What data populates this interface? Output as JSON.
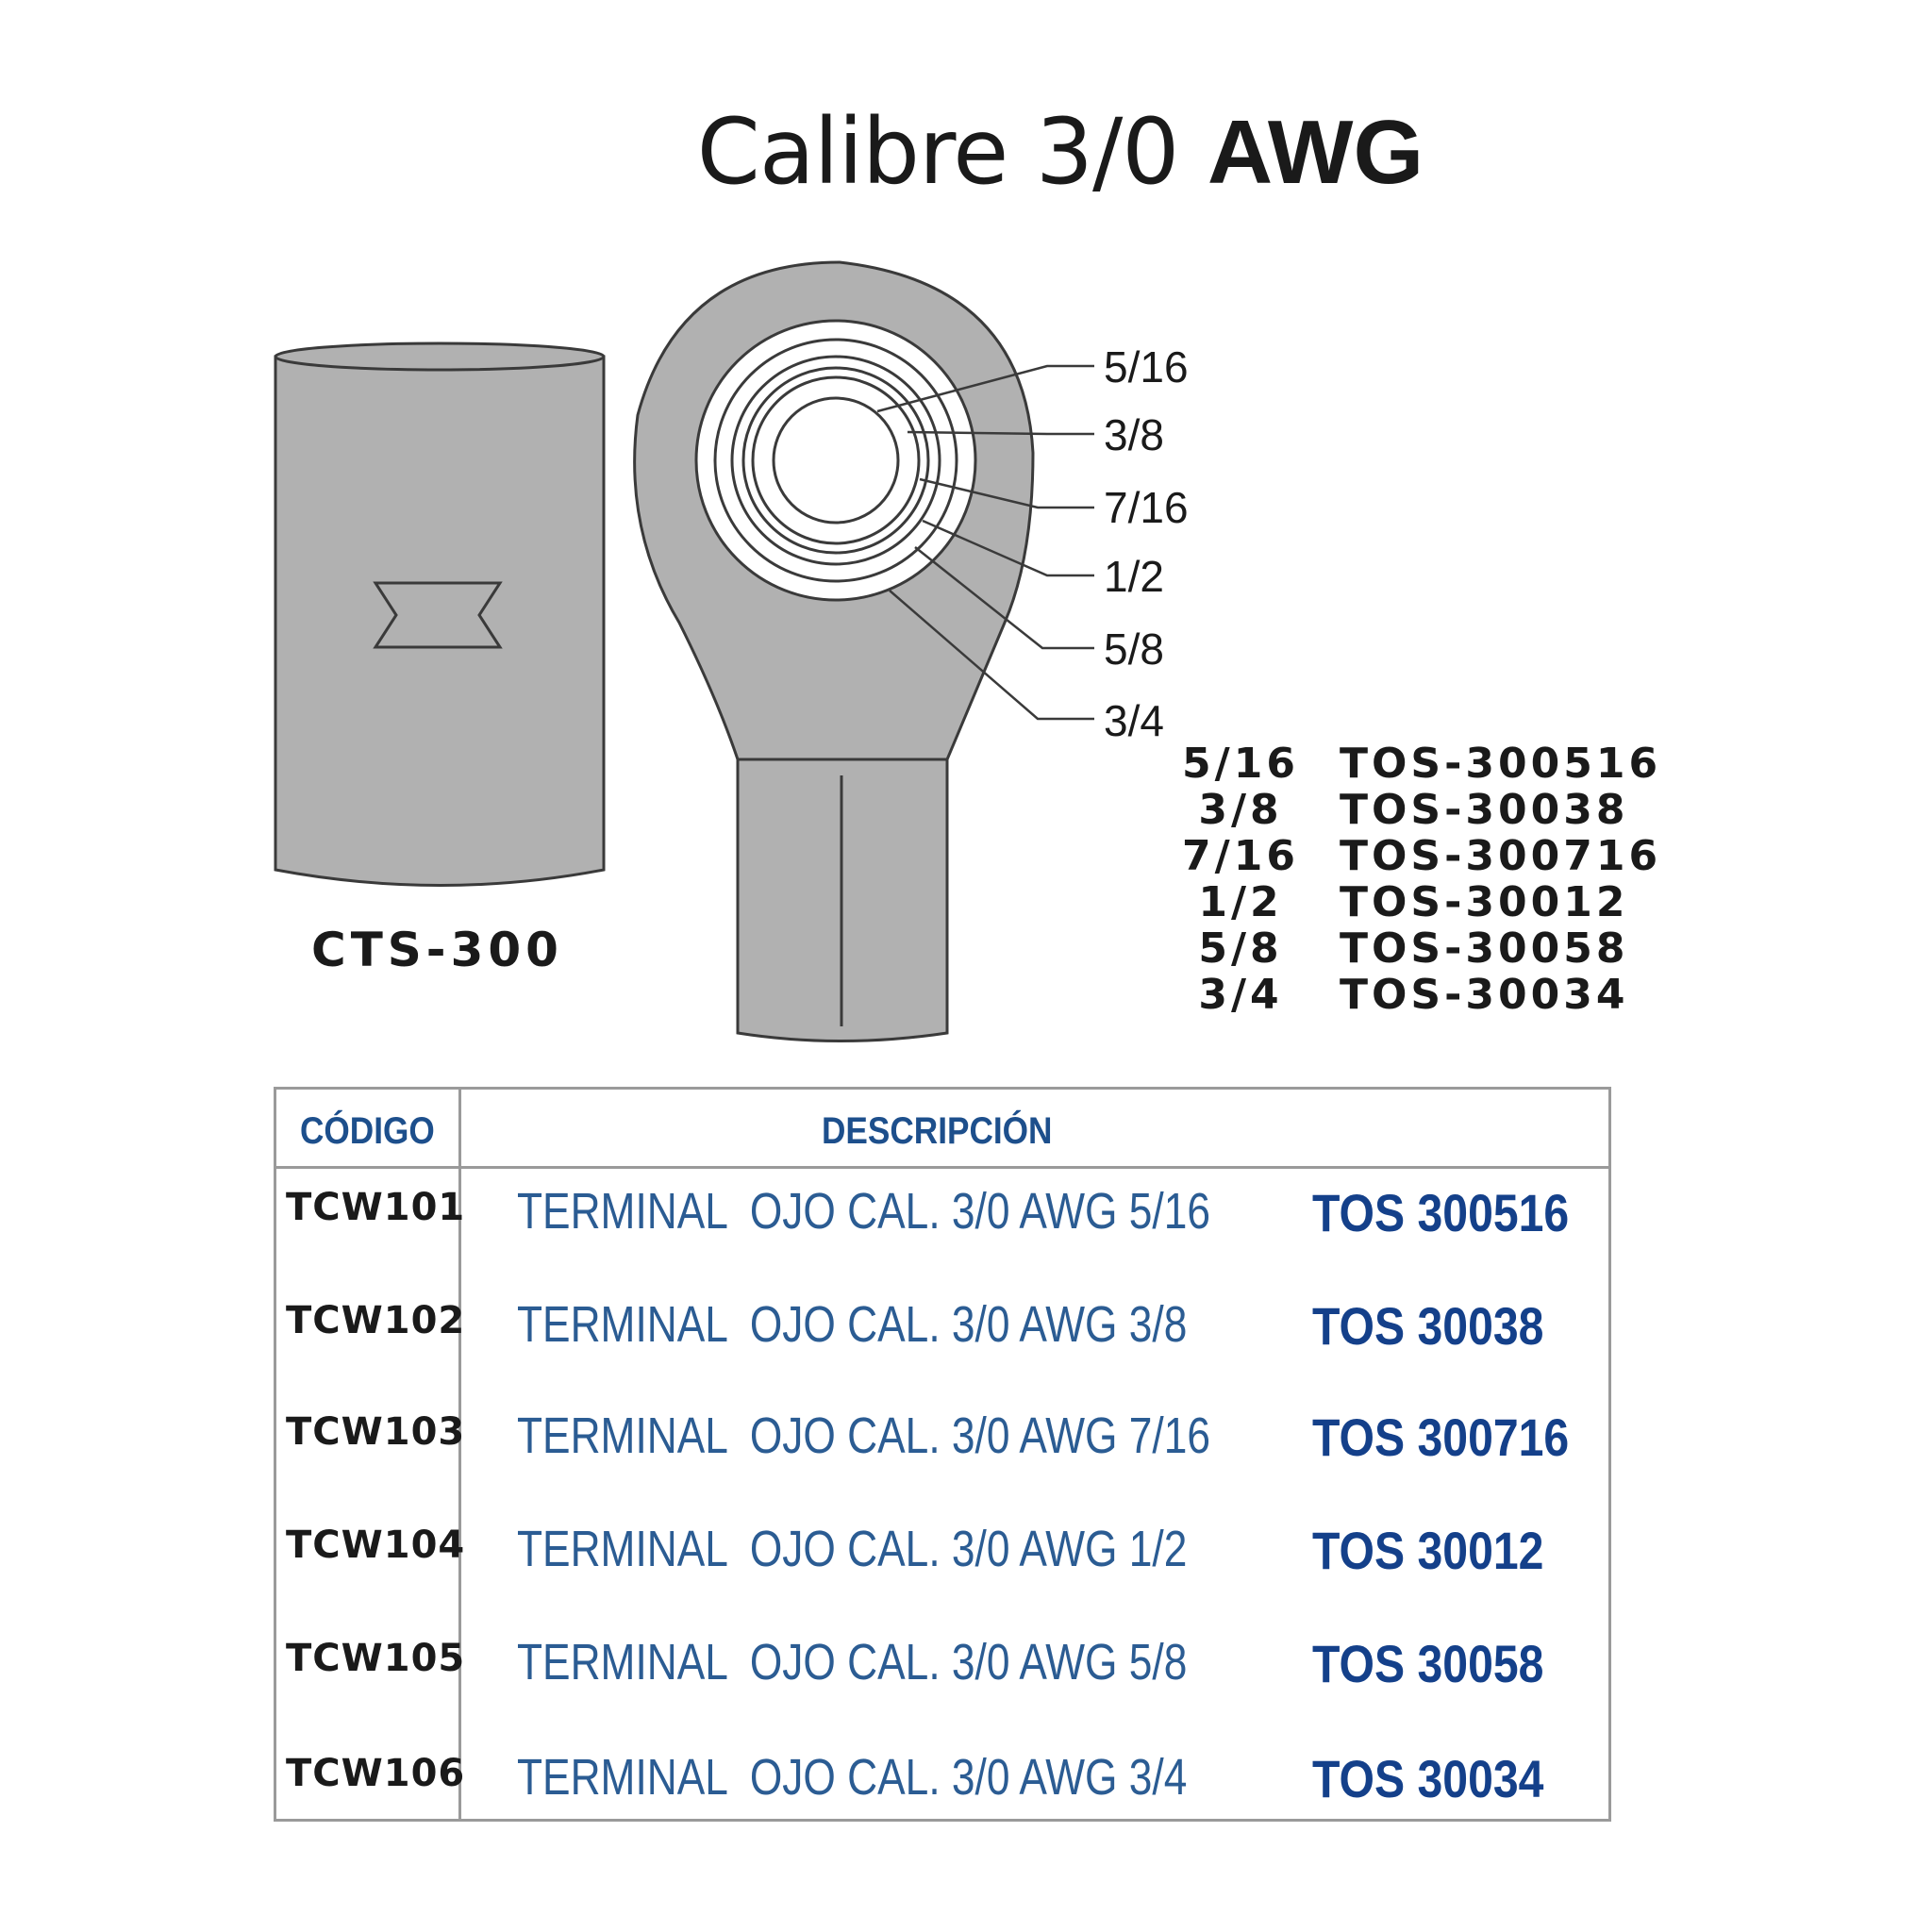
{
  "title": {
    "regular": "Calibre 3/0",
    "bold": "AWG"
  },
  "splice": {
    "label": "CTS-300"
  },
  "ring_labels": [
    "5/16",
    "3/8",
    "7/16",
    "1/2",
    "5/8",
    "3/4"
  ],
  "size_table": [
    {
      "size": "5/16",
      "part": "TOS-300516"
    },
    {
      "size": "3/8",
      "part": "TOS-30038"
    },
    {
      "size": "7/16",
      "part": "TOS-300716"
    },
    {
      "size": "1/2",
      "part": "TOS-30012"
    },
    {
      "size": "5/8",
      "part": "TOS-30058"
    },
    {
      "size": "3/4",
      "part": "TOS-30034"
    }
  ],
  "product_table": {
    "headers": {
      "code": "CÓDIGO",
      "description": "DESCRIPCIÓN"
    },
    "rows": [
      {
        "code": "TCW101",
        "description": "TERMINAL  OJO CAL. 3/0 AWG 5/16",
        "ref": "TOS 300516"
      },
      {
        "code": "TCW102",
        "description": "TERMINAL  OJO CAL. 3/0 AWG 3/8",
        "ref": "TOS 30038"
      },
      {
        "code": "TCW103",
        "description": "TERMINAL  OJO CAL. 3/0 AWG 7/16",
        "ref": "TOS 300716"
      },
      {
        "code": "TCW104",
        "description": "TERMINAL  OJO CAL. 3/0 AWG 1/2",
        "ref": "TOS 30012"
      },
      {
        "code": "TCW105",
        "description": "TERMINAL  OJO CAL. 3/0 AWG 5/8",
        "ref": "TOS 30058"
      },
      {
        "code": "TCW106",
        "description": "TERMINAL  OJO CAL. 3/0 AWG 3/4",
        "ref": "TOS 30034"
      }
    ]
  },
  "colors": {
    "part_gray": "#b1b1b1",
    "outline": "#3a3a3a",
    "header_blue": "#1d4f8c",
    "description_blue": "#2b5c93",
    "ref_blue": "#14408a",
    "table_border": "#9a9a9a"
  }
}
